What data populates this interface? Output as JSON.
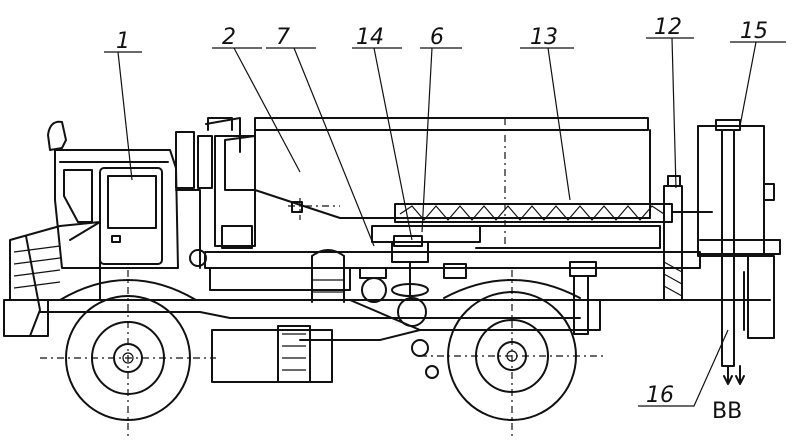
{
  "labels": {
    "l1": "1",
    "l2": "2",
    "l7": "7",
    "l14": "14",
    "l6": "6",
    "l13": "13",
    "l12": "12",
    "l15": "15",
    "l16": "16",
    "lbb": "BB"
  }
}
